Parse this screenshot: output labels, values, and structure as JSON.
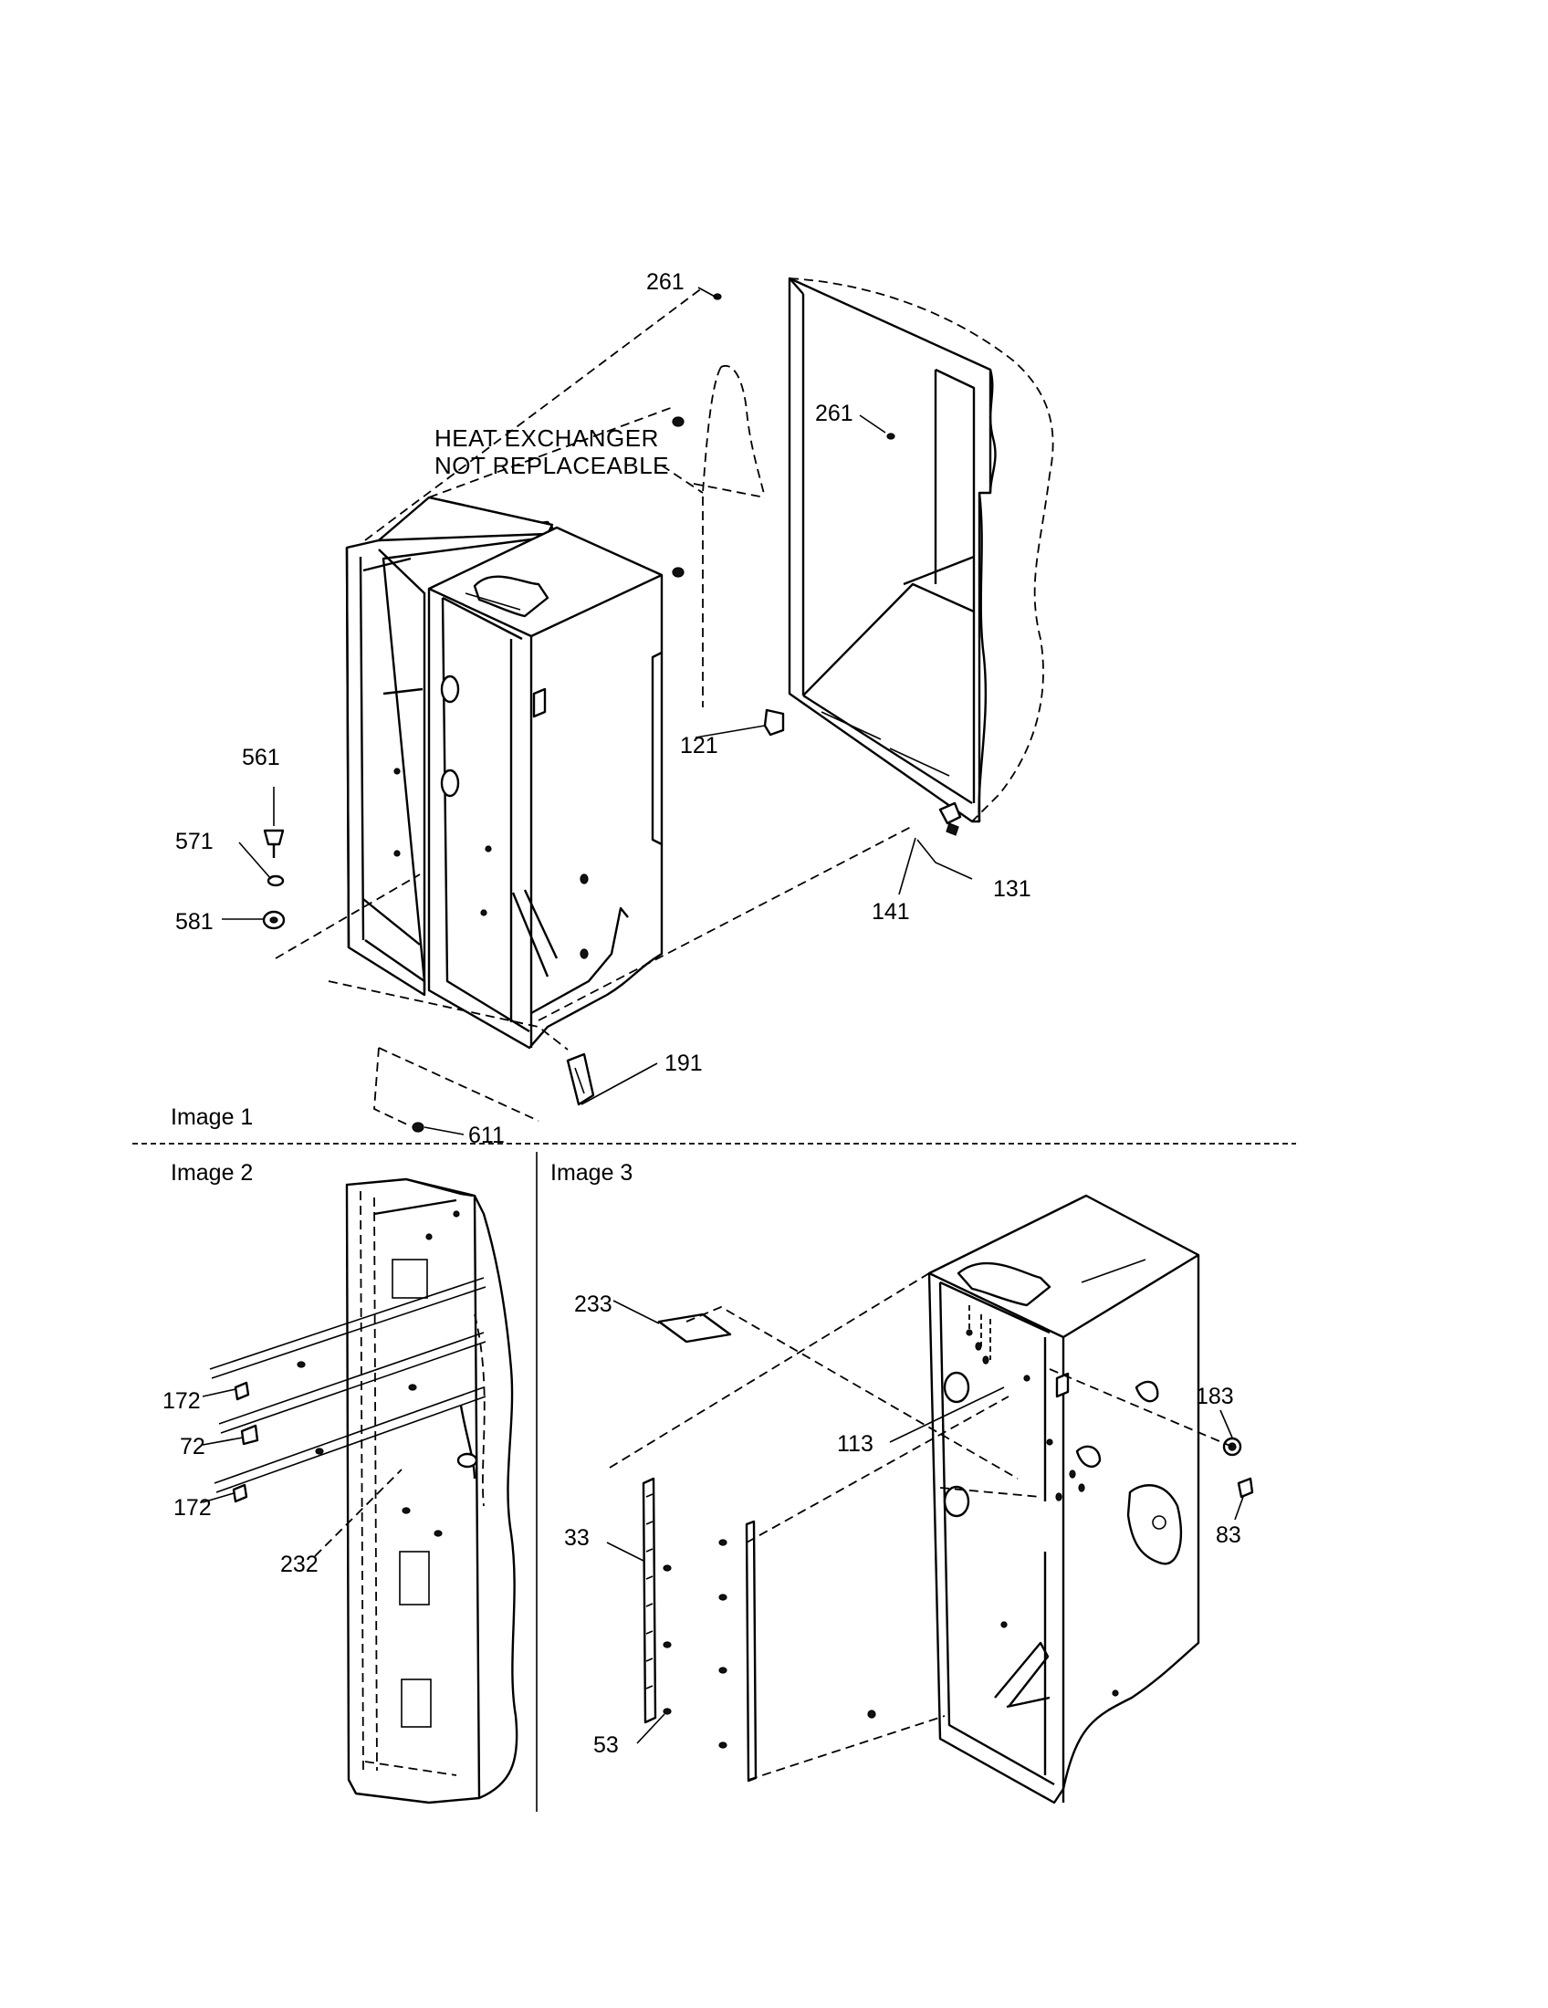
{
  "sections": [
    {
      "id": "image1",
      "label": "Image 1"
    },
    {
      "id": "image2",
      "label": "Image 2"
    },
    {
      "id": "image3",
      "label": "Image 3"
    }
  ],
  "note": {
    "line1": "HEAT EXCHANGER",
    "line2": "NOT REPLACEABLE"
  },
  "callouts": {
    "c261a": "261",
    "c261b": "261",
    "c121": "121",
    "c561": "561",
    "c571": "571",
    "c581": "581",
    "c141": "141",
    "c131": "131",
    "c191": "191",
    "c611": "611",
    "c172a": "172",
    "c72": "72",
    "c172b": "172",
    "c232": "232",
    "c233": "233",
    "c113": "113",
    "c183": "183",
    "c83": "83",
    "c33": "33",
    "c53": "53"
  }
}
